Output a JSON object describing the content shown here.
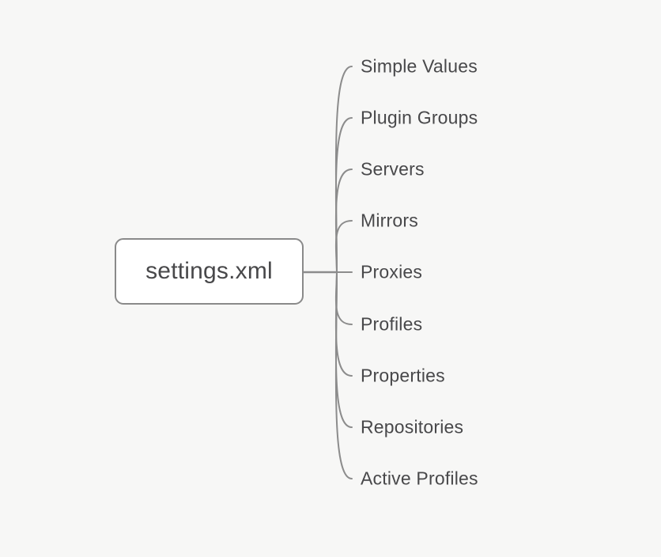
{
  "diagram": {
    "type": "mindmap",
    "root": {
      "label": "settings.xml"
    },
    "children": [
      {
        "label": "Simple Values"
      },
      {
        "label": "Plugin Groups"
      },
      {
        "label": "Servers"
      },
      {
        "label": "Mirrors"
      },
      {
        "label": "Proxies"
      },
      {
        "label": "Profiles"
      },
      {
        "label": "Properties"
      },
      {
        "label": "Repositories"
      },
      {
        "label": "Active Profiles"
      }
    ],
    "colors": {
      "background": "#f7f7f6",
      "line": "#8c8c8c",
      "node_border": "#8a8a8a",
      "node_fill": "#ffffff",
      "text": "#48484a"
    }
  }
}
